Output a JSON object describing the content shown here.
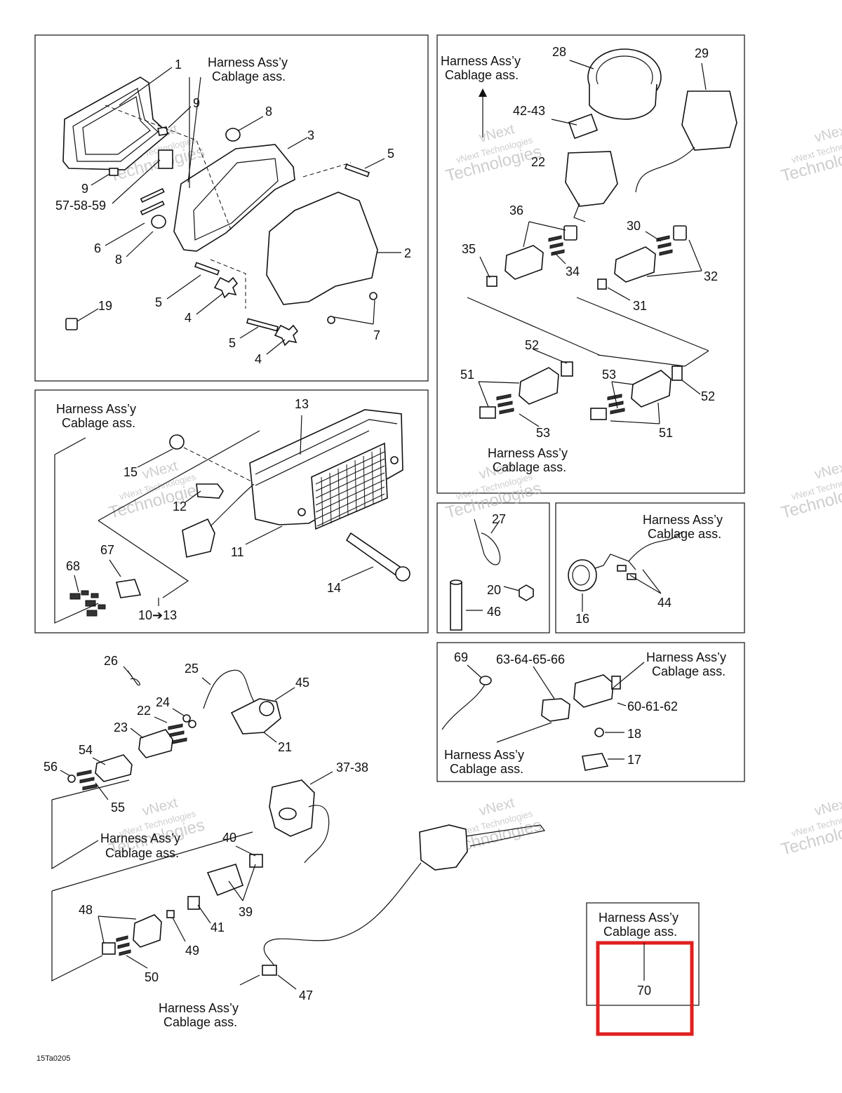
{
  "diagram": {
    "harness_line1": "Harness Ass’y",
    "harness_line2": "Cablage ass.",
    "figure_code": "15Ta0205",
    "highlight_color": "#e02020",
    "watermark": {
      "line1": "vNext",
      "line2": "vNext Technologies",
      "line3": "Technologies"
    },
    "callouts": {
      "c1": "1",
      "c2": "2",
      "c3": "3",
      "c4a": "4",
      "c4b": "4",
      "c5a": "5",
      "c5b": "5",
      "c5c": "5",
      "c6": "6",
      "c7": "7",
      "c8a": "8",
      "c8b": "8",
      "c9a": "9",
      "c9b": "9",
      "c57": "57-58-59",
      "c19": "19",
      "c13": "13",
      "c15": "15",
      "c12": "12",
      "c11": "11",
      "c14": "14",
      "c67": "67",
      "c68": "68",
      "c1013": "10➔13",
      "c28": "28",
      "c29": "29",
      "c4243": "42-43",
      "c22a": "22",
      "c36": "36",
      "c35": "35",
      "c34": "34",
      "c30": "30",
      "c32": "32",
      "c31": "31",
      "c52a": "52",
      "c51a": "51",
      "c53a": "53",
      "c53b": "53",
      "c52b": "52",
      "c51b": "51",
      "c27": "27",
      "c20": "20",
      "c46": "46",
      "c16": "16",
      "c44": "44",
      "c69": "69",
      "c6366": "63-64-65-66",
      "c6062": "60-61-62",
      "c18": "18",
      "c17": "17",
      "c26": "26",
      "c25": "25",
      "c45": "45",
      "c24": "24",
      "c22b": "22",
      "c23": "23",
      "c21": "21",
      "c54": "54",
      "c56": "56",
      "c55": "55",
      "c3738": "37-38",
      "c40": "40",
      "c39": "39",
      "c41": "41",
      "c48": "48",
      "c49": "49",
      "c50": "50",
      "c47": "47",
      "c70": "70"
    }
  }
}
